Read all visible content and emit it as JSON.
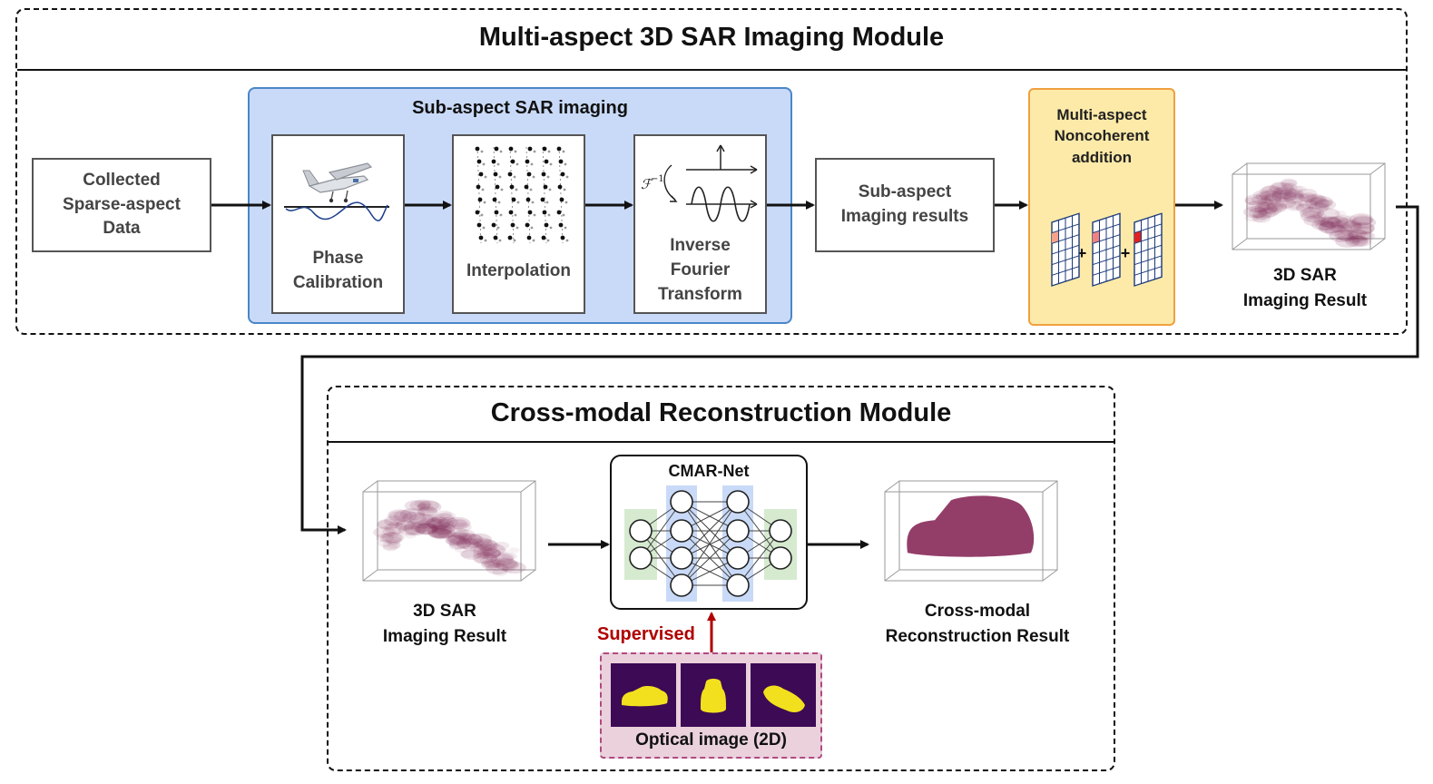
{
  "top_module": {
    "title": "Multi-aspect 3D SAR Imaging Module",
    "input_box": {
      "line1": "Collected",
      "line2": "Sparse-aspect",
      "line3": "Data"
    },
    "sub_aspect_group": {
      "title": "Sub-aspect SAR imaging",
      "color": "#c9daf8",
      "border_color": "#4a86c8",
      "steps": [
        {
          "label_lines": [
            "Phase",
            "Calibration"
          ],
          "icon": "airplane-icon"
        },
        {
          "label_lines": [
            "Interpolation"
          ],
          "icon": "grid-points-icon"
        },
        {
          "label_lines": [
            "Inverse",
            "Fourier",
            "Transform"
          ],
          "icon": "fourier-wave-icon"
        }
      ]
    },
    "results_box": {
      "line1": "Sub-aspect",
      "line2": "Imaging results"
    },
    "noncoherent": {
      "title_lines": [
        "Multi-aspect",
        "Noncoherent",
        "addition"
      ],
      "color": "#fdeaa8",
      "border_color": "#f0a040",
      "plus": "+"
    },
    "result": {
      "line1": "3D SAR",
      "line2": "Imaging Result"
    }
  },
  "bottom_module": {
    "title": "Cross-modal Reconstruction Module",
    "input": {
      "line1": "3D SAR",
      "line2": "Imaging Result"
    },
    "network": {
      "title": "CMAR-Net"
    },
    "supervised_label": "Supervised",
    "supervised_color": "#b00000",
    "optical": {
      "label": "Optical image (2D)",
      "color": "#ead1dc",
      "border_color": "#b04a80"
    },
    "output": {
      "line1": "Cross-modal",
      "line2": "Reconstruction Result"
    }
  },
  "colors": {
    "sar_cloud": "#7a2250",
    "car_solid": "#8a2e5c",
    "optical_bg": "#3d0a55",
    "optical_fg": "#f2e01e"
  }
}
